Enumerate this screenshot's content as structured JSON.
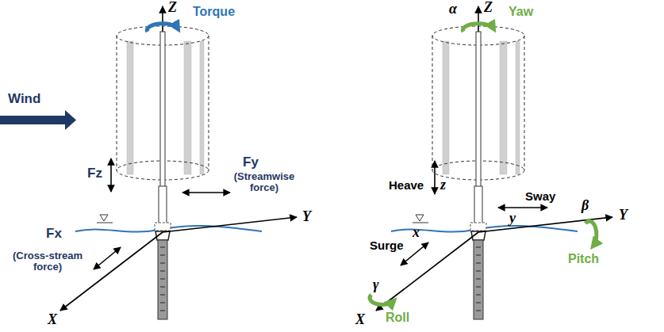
{
  "diagram": {
    "labels": [
      "Z",
      "Torque",
      "Wind",
      "Fz",
      "Fy",
      "(Streamwise force)",
      "Fx",
      "(Cross-stream force)",
      "Y",
      "X",
      "α",
      "Z",
      "Yaw",
      "Heave",
      "z",
      "Sway",
      "y",
      "β",
      "x",
      "Surge",
      "Y",
      "Pitch",
      "γ",
      "X",
      "Roll"
    ]
  }
}
